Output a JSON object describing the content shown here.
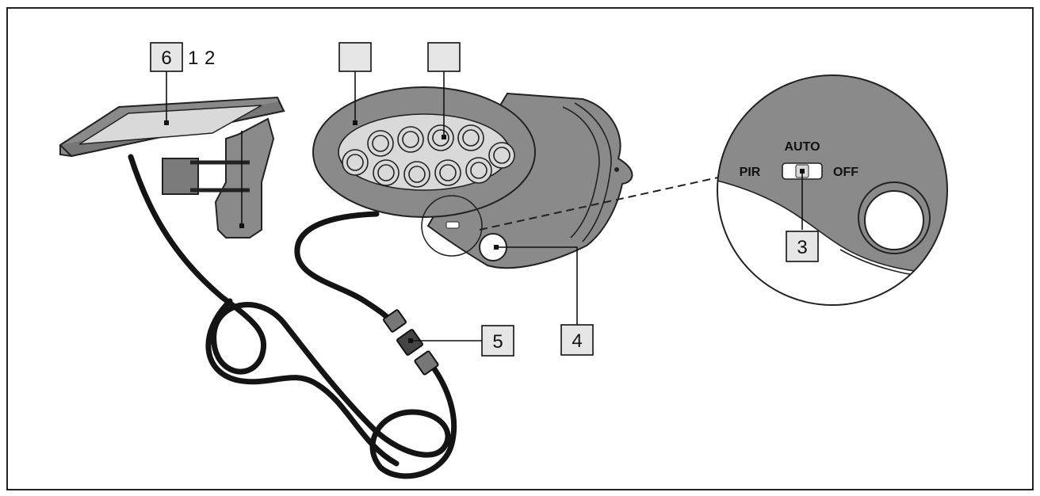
{
  "callouts": {
    "c6": "6",
    "c1": "1",
    "c2": "2",
    "c3": "3",
    "c4": "4",
    "c5": "5"
  },
  "switch": {
    "top_label": "AUTO",
    "left_label": "PIR",
    "right_label": "OFF"
  },
  "colors": {
    "body_gray": "#8a8a8a",
    "panel_light": "#d9d9d9",
    "cable": "#141414",
    "outline": "#222222"
  }
}
